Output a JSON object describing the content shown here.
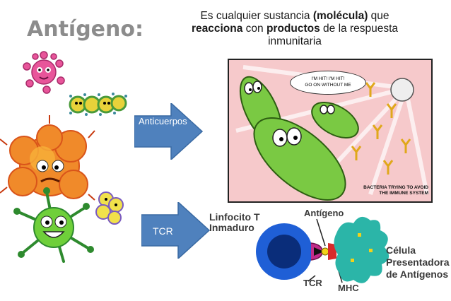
{
  "header": {
    "title": "Antígeno:",
    "definition": {
      "part1": "Es cualquier sustancia ",
      "bold1": "(molécula)",
      "part2": " que",
      "bold2": "reacciona",
      "part3": " con ",
      "bold3": "productos",
      "part4": " de la respuesta",
      "line3": "inmunitaria"
    }
  },
  "arrows": {
    "antibodies_label": "Anticuerpos",
    "tcr_label": "TCR",
    "color": "#4f81bd"
  },
  "comic": {
    "speech_line1": "I'M HIT! I'M HIT!",
    "speech_line2": "GO ON WITHOUT ME",
    "caption_line1": "BACTERIA TRYING TO AVOID",
    "caption_line2": "THE IMMUNE SYSTEM",
    "background_color": "#f6c9cb"
  },
  "diagram": {
    "lymphocyte_label_line1": "Linfocito T",
    "lymphocyte_label_line2": "Inmaduro",
    "antigen_label": "Antígeno",
    "tcr_label": "TCR",
    "mhc_label": "MHC",
    "apc_label_line1": "Célula",
    "apc_label_line2": "Presentadora",
    "apc_label_line3": "de Antígenos"
  },
  "colors": {
    "title_gray": "#8c8c8c",
    "lymphocyte_blue": "#1f5fd6",
    "apc_teal": "#2bb5a8",
    "bacteria_green": "#7ac943"
  }
}
